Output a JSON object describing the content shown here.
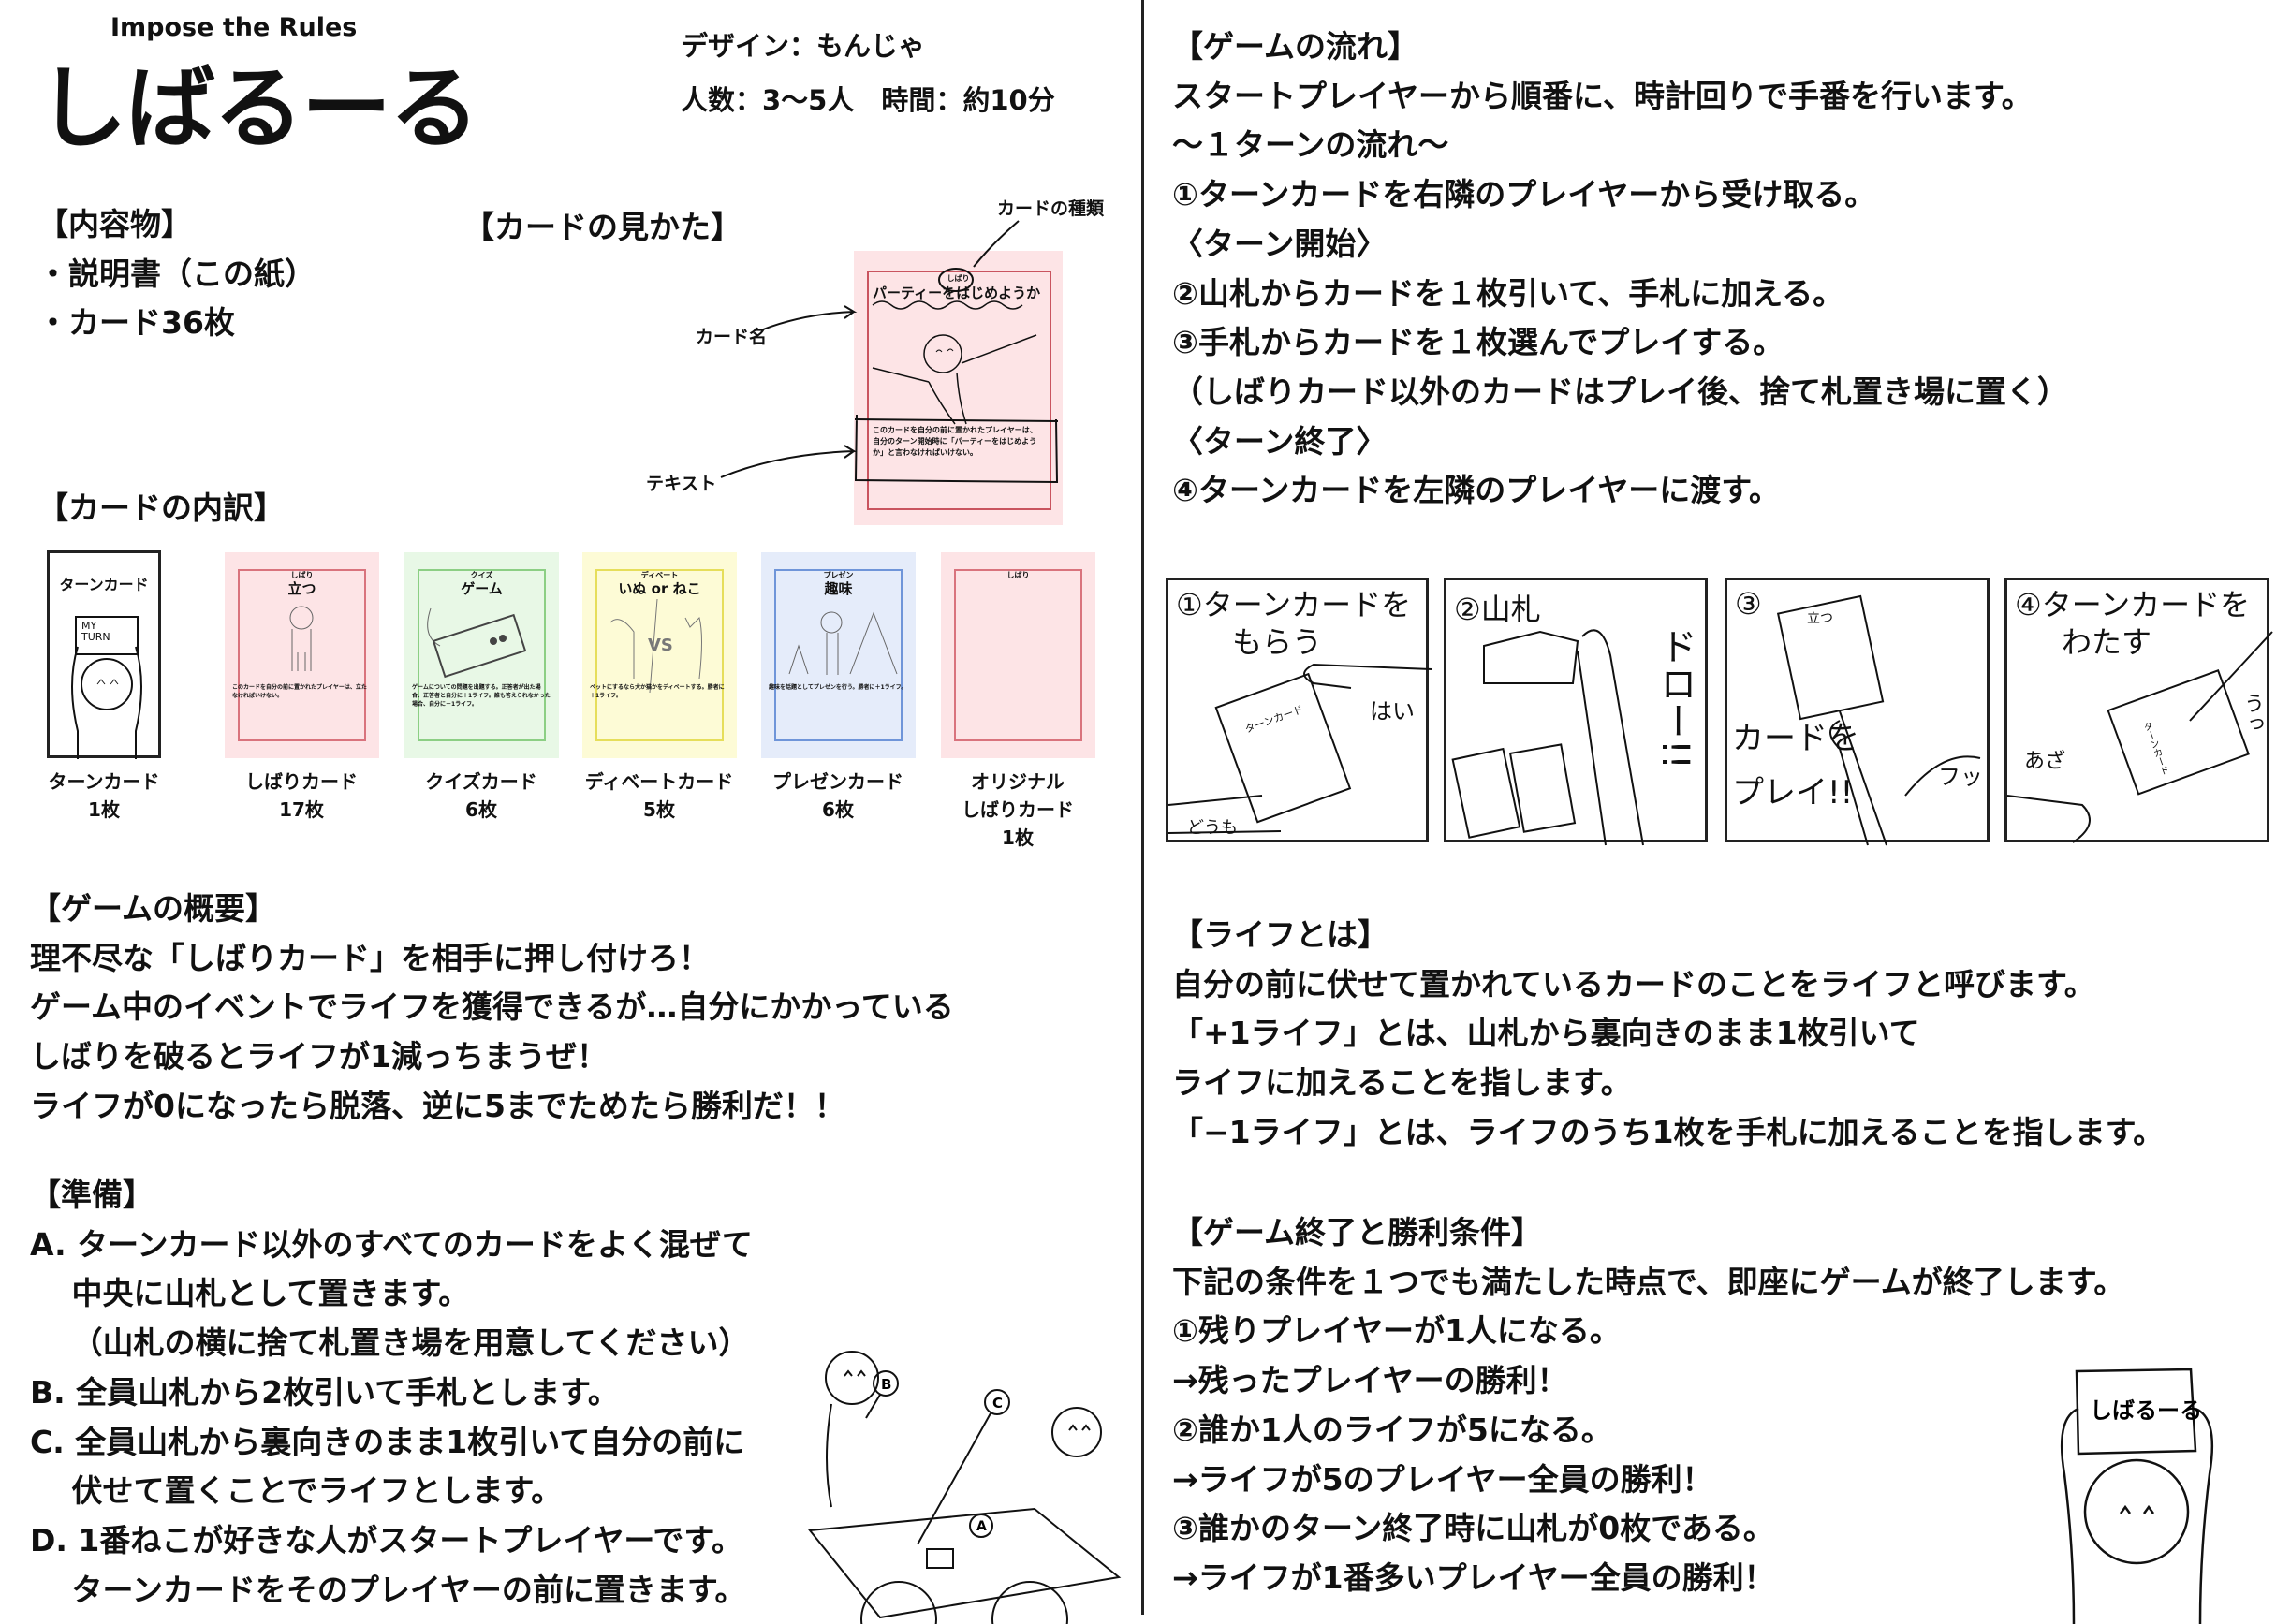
{
  "header": {
    "subtitle": "Impose the Rules",
    "title": "しばるーる",
    "design": "デザイン：もんじゃ",
    "players_time": "人数：3〜5人　時間：約10分"
  },
  "contents": {
    "heading": "【内容物】",
    "items": [
      "・説明書（この紙）",
      "・カード36枚"
    ]
  },
  "card_guide": {
    "heading": "【カードの見かた】",
    "label_type": "カードの種類",
    "label_name": "カード名",
    "label_text": "テキスト",
    "sample_kind": "しばり",
    "sample_title": "パーティーをはじめようか",
    "sample_text": "このカードを自分の前に置かれたプレイヤーは、自分のターン開始時に「パーティーをはじめようか」と言わなければいけない。"
  },
  "breakdown": {
    "heading": "【カードの内訳】",
    "turn_card": {
      "title": "ターンカード",
      "sign": "MY TURN",
      "name": "ターンカード",
      "count": "1枚"
    },
    "cards": [
      {
        "kind": "しばり",
        "title": "立つ",
        "text": "このカードを自分の前に置かれたプレイヤーは、立たなければいけない。",
        "name": "しばりカード",
        "count": "17枚",
        "bg": "#fde4e6",
        "border": "#d9737d"
      },
      {
        "kind": "クイズ",
        "title": "ゲーム",
        "text": "ゲームについての問題を出題する。正答者が出た場合、正答者と自分に＋1ライフ。誰も答えられなかった場合、自分に－1ライフ。",
        "name": "クイズカード",
        "count": "6枚",
        "bg": "#e8f8e6",
        "border": "#8ccf84"
      },
      {
        "kind": "ディベート",
        "title": "いぬ or ねこ",
        "text": "ペットにするなら犬か猫かをディベートする。勝者に＋1ライフ。",
        "name": "ディベートカード",
        "count": "5枚",
        "bg": "#fdfbd6",
        "border": "#e6de5a"
      },
      {
        "kind": "プレゼン",
        "title": "趣味",
        "text": "趣味を話題としてプレゼンを行う。勝者に＋1ライフ。",
        "name": "プレゼンカード",
        "count": "6枚",
        "bg": "#e5ecfa",
        "border": "#6f95d9"
      },
      {
        "kind": "しばり",
        "title": "",
        "text": "",
        "name": "オリジナル\nしばりカード",
        "name_line1": "オリジナル",
        "name_line2": "しばりカード",
        "count": "1枚",
        "bg": "#fde4e6",
        "border": "#d9737d"
      }
    ]
  },
  "overview": {
    "heading": "【ゲームの概要】",
    "lines": [
      "理不尽な「しばりカード」を相手に押し付けろ！",
      "ゲーム中のイベントでライフを獲得できるが…自分にかかっている",
      "しばりを破るとライフが1減っちまうぜ！",
      "ライフが0になったら脱落、逆に5までためたら勝利だ！！"
    ]
  },
  "setup": {
    "heading": "【準備】",
    "lines": [
      "A. ターンカード以外のすべてのカードをよく混ぜて",
      "　 中央に山札として置きます。",
      "　 （山札の横に捨て札置き場を用意してください）",
      "B. 全員山札から2枚引いて手札とします。",
      "C. 全員山札から裏向きのまま1枚引いて自分の前に",
      "　 伏せて置くことでライフとします。",
      "D. 1番ねこが好きな人がスタートプレイヤーです。",
      "　 ターンカードをそのプレイヤーの前に置きます。"
    ],
    "illustration_labels": [
      "A",
      "B",
      "C"
    ]
  },
  "flow": {
    "heading": "【ゲームの流れ】",
    "lines": [
      "スタートプレイヤーから順番に、時計回りで手番を行います。",
      "〜１ターンの流れ〜",
      "①ターンカードを右隣のプレイヤーから受け取る。",
      "〈ターン開始〉",
      "②山札からカードを１枚引いて、手札に加える。",
      "③手札からカードを１枚選んでプレイする。",
      "（しばりカード以外のカードはプレイ後、捨て札置き場に置く）",
      "〈ターン終了〉",
      "④ターンカードを左隣のプレイヤーに渡す。"
    ]
  },
  "comic": [
    {
      "caption": "①ターンカードを\nもらう",
      "c1": "①ターンカードを",
      "c2": "もらう",
      "extra": [
        "はい",
        "どうも",
        "ターンカード"
      ]
    },
    {
      "caption": "②山札",
      "c1": "②山札",
      "extra": [
        "ドロー!!"
      ]
    },
    {
      "caption": "③",
      "c1": "③",
      "extra": [
        "カードを",
        "プレイ!!",
        "フッ",
        "立つ"
      ]
    },
    {
      "caption": "④ターンカードを\nわたす",
      "c1": "④ターンカードを",
      "c2": "わたす",
      "extra": [
        "あざ",
        "うっ",
        "ターンカード"
      ]
    }
  ],
  "life": {
    "heading": "【ライフとは】",
    "lines": [
      "自分の前に伏せて置かれているカードのことをライフと呼びます。",
      "「+1ライフ」とは、山札から裏向きのまま1枚引いて",
      "ライフに加えることを指します。",
      "「−1ライフ」とは、ライフのうち1枚を手札に加えることを指します。"
    ]
  },
  "victory": {
    "heading": "【ゲーム終了と勝利条件】",
    "lines": [
      "下記の条件を１つでも満たした時点で、即座にゲームが終了します。",
      "①残りプレイヤーが1人になる。",
      "→残ったプレイヤーの勝利！",
      "②誰か1人のライフが5になる。",
      "→ライフが5のプレイヤー全員の勝利！",
      "③誰かのターン終了時に山札が0枚である。",
      "→ライフが1番多いプレイヤー全員の勝利！"
    ],
    "sign": "しばるーる"
  }
}
